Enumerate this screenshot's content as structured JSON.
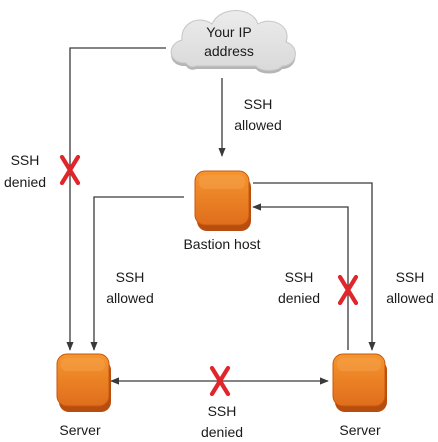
{
  "nodes": {
    "internet": {
      "line1": "Your IP",
      "line2": "address"
    },
    "bastion": {
      "label": "Bastion host"
    },
    "server_left": {
      "label": "Server"
    },
    "server_right": {
      "label": "Server"
    }
  },
  "edges": {
    "ip_to_bastion": {
      "line1": "SSH",
      "line2": "allowed",
      "status": "allowed"
    },
    "ip_to_server_left": {
      "line1": "SSH",
      "line2": "denied",
      "status": "denied"
    },
    "bastion_to_server_left": {
      "line1": "SSH",
      "line2": "allowed",
      "status": "allowed"
    },
    "server_right_to_bastion": {
      "line1": "SSH",
      "line2": "denied",
      "status": "denied"
    },
    "bastion_to_server_right": {
      "line1": "SSH",
      "line2": "allowed",
      "status": "allowed"
    },
    "server_to_server": {
      "line1": "SSH",
      "line2": "denied",
      "status": "denied"
    }
  },
  "colors": {
    "node_orange": "#f08a24",
    "node_orange_dark": "#d9661a",
    "deny_mark": "#e0262a",
    "cloud_gray": "#e4e4e4",
    "connector": "#3a3a3a"
  },
  "icons": {
    "denied": "x-icon",
    "instance": "ec2-instance-icon",
    "internet": "cloud-icon"
  }
}
